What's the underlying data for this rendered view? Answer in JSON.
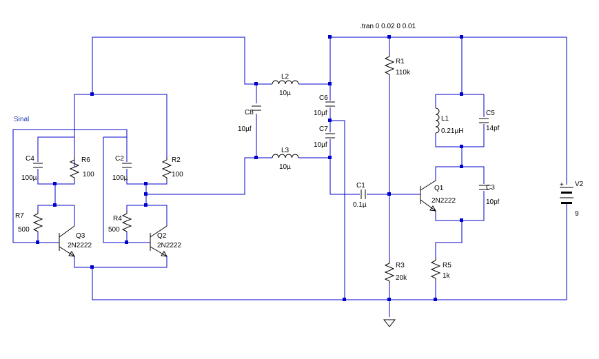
{
  "directive": ".tran 0 0.02 0 0.01",
  "net_label": "Sinal",
  "components": {
    "R1": {
      "name": "R1",
      "value": "110k"
    },
    "R2": {
      "name": "R2",
      "value": "100"
    },
    "R3": {
      "name": "R3",
      "value": "20k"
    },
    "R4": {
      "name": "R4",
      "value": "500"
    },
    "R5": {
      "name": "R5",
      "value": "1k"
    },
    "R6": {
      "name": "R6",
      "value": "100"
    },
    "R7": {
      "name": "R7",
      "value": "500"
    },
    "C1": {
      "name": "C1",
      "value": "0.1µ"
    },
    "C2": {
      "name": "C2",
      "value": "100µ"
    },
    "C3": {
      "name": "C3",
      "value": "10pf"
    },
    "C4": {
      "name": "C4",
      "value": "100µ"
    },
    "C5": {
      "name": "C5",
      "value": "14pf"
    },
    "C6": {
      "name": "C6",
      "value": "10µf"
    },
    "C7": {
      "name": "C7",
      "value": "10µf"
    },
    "C8": {
      "name": "C8",
      "value": "10µf"
    },
    "L1": {
      "name": "L1",
      "value": "0.21µH"
    },
    "L2": {
      "name": "L2",
      "value": "10µ"
    },
    "L3": {
      "name": "L3",
      "value": "10µ"
    },
    "Q1": {
      "name": "Q1",
      "value": "2N2222"
    },
    "Q2": {
      "name": "Q2",
      "value": "2N2222"
    },
    "Q3": {
      "name": "Q3",
      "value": "2N2222"
    },
    "V2": {
      "name": "V2",
      "value": "9"
    }
  },
  "colors": {
    "wire": "#0000cc",
    "component": "#000000",
    "net_label": "#1f3fb0",
    "background": "#ffffff"
  }
}
